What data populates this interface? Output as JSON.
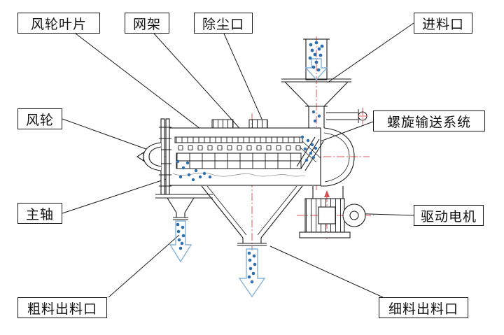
{
  "labels": {
    "fan_blade": "风轮叶片",
    "mesh_frame": "网架",
    "dust_port": "除尘口",
    "feed_inlet": "进料口",
    "fan_wheel": "风轮",
    "screw_conveyor": "螺旋输送系统",
    "main_shaft": "主轴",
    "drive_motor": "驱动电机",
    "coarse_outlet": "粗料出料口",
    "fine_outlet": "细料出料口"
  },
  "colors": {
    "line": "#1a1a1a",
    "centerline": "#e05555",
    "particle": "#2f6fad",
    "flow_arrow": "#85b3d8",
    "background": "#ffffff"
  }
}
